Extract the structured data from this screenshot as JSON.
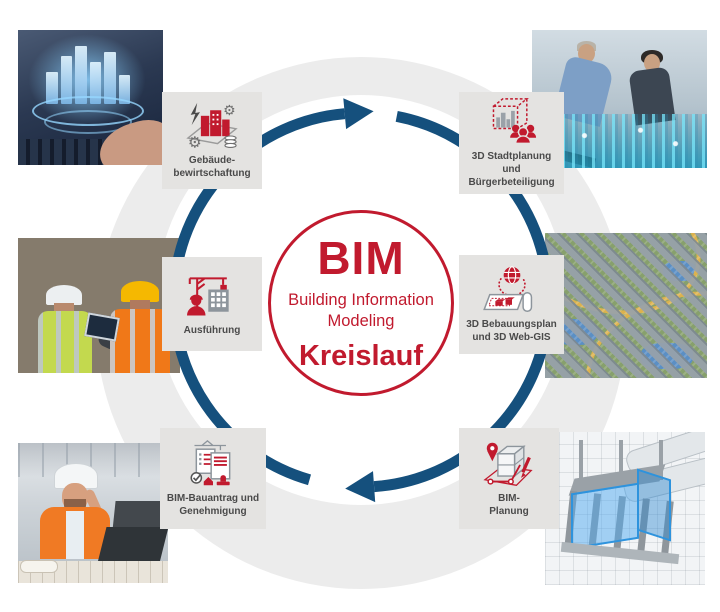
{
  "diagram": {
    "center": {
      "title": "BIM",
      "subtitle_line1": "Building Information",
      "subtitle_line2": "Modeling",
      "keyword": "Kreislauf"
    },
    "nodes": [
      {
        "id": "gebaeude-bewirtschaftung",
        "icon": "building-management-icon",
        "label_line1": "Gebäude-",
        "label_line2": "bewirtschaftung"
      },
      {
        "id": "stadtplanung-buergerbeteiligung",
        "icon": "city-planning-participation-icon",
        "label_line1": "3D Stadtplanung und",
        "label_line2": "Bürgerbeteiligung"
      },
      {
        "id": "ausfuehrung",
        "icon": "construction-execution-icon",
        "label_line1": "Ausführung",
        "label_line2": ""
      },
      {
        "id": "bebauungsplan-web-gis",
        "icon": "development-plan-gis-icon",
        "label_line1": "3D Bebauungsplan",
        "label_line2": "und 3D Web-GIS"
      },
      {
        "id": "bim-bauantrag-genehmigung",
        "icon": "building-application-icon",
        "label_line1": "BIM-Bauantrag und",
        "label_line2": "Genehmigung"
      },
      {
        "id": "bim-planung",
        "icon": "bim-planning-icon",
        "label_line1": "BIM-",
        "label_line2": "Planung"
      }
    ],
    "photos": [
      {
        "id": "tablet-hologram",
        "depicts": "Hands at laptop with 3D city hologram"
      },
      {
        "id": "planners-hologram",
        "depicts": "Two planners studying holographic 3D city model"
      },
      {
        "id": "construction-workers",
        "depicts": "Two construction workers with tablet on site"
      },
      {
        "id": "3d-city-model",
        "depicts": "Aerial 3D city model with parks, water and roads"
      },
      {
        "id": "engineer-on-phone",
        "depicts": "Engineer with hard hat on phone at laptop"
      },
      {
        "id": "bim-building-model",
        "depicts": "3D BIM building model on construction plans"
      }
    ],
    "colors": {
      "accent_red": "#c11a2e",
      "arrow_blue": "#15507d",
      "circle_gray": "#ececec",
      "box_gray": "#e4e3e1",
      "label_text": "#4a4a4a"
    }
  }
}
